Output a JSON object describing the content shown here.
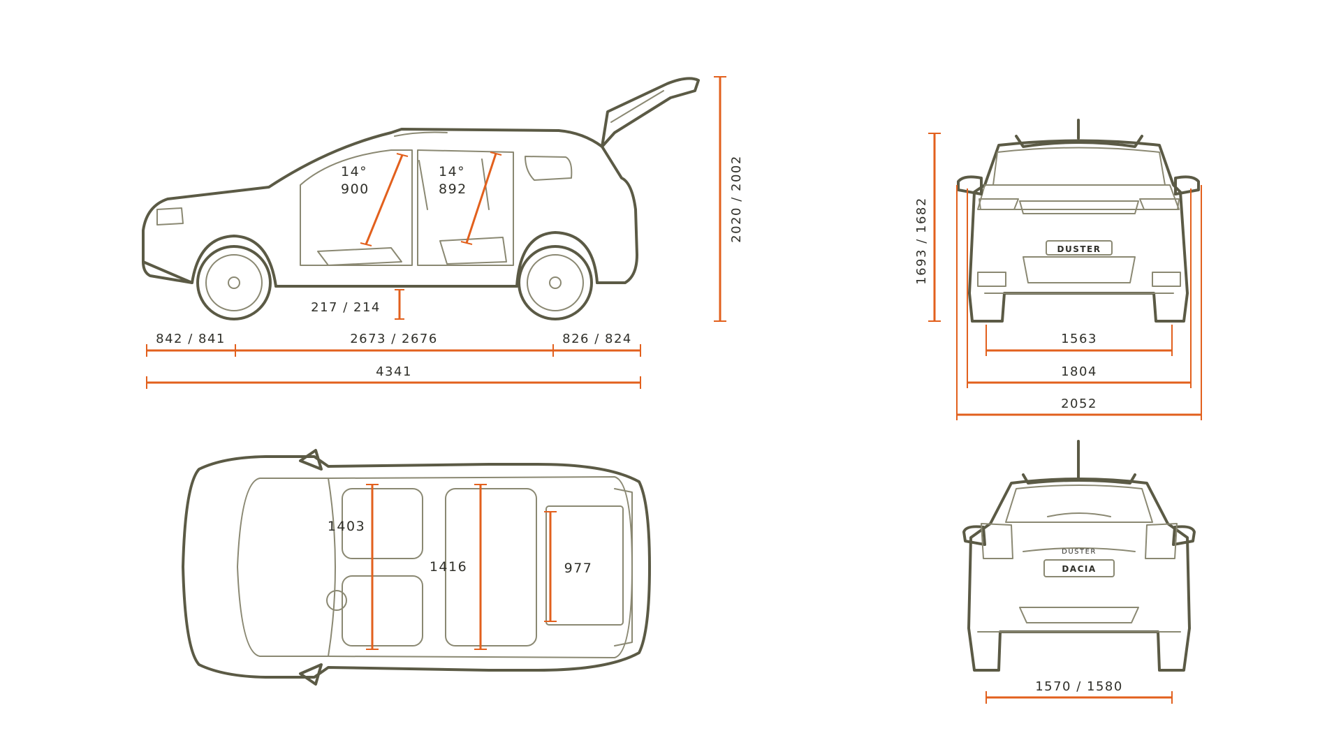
{
  "colors": {
    "dimension": "#e2601d",
    "outline": "#5b5a45",
    "text": "#2f2f29",
    "background": "#ffffff"
  },
  "side_view": {
    "recline_front_angle": "14°",
    "recline_front_value": "900",
    "recline_rear_angle": "14°",
    "recline_rear_value": "892",
    "ground_clearance": "217 / 214",
    "front_overhang": "842 / 841",
    "wheelbase": "2673 / 2676",
    "rear_overhang": "826 / 824",
    "overall_length": "4341",
    "height_tailgate_open": "2020 / 2002"
  },
  "front_view": {
    "height": "1693 / 1682",
    "front_track": "1563",
    "width": "1804",
    "width_with_mirrors": "2052",
    "plate_text": "DUSTER"
  },
  "top_view": {
    "front_elbow_width": "1403",
    "rear_elbow_width": "1416",
    "boot_length": "977"
  },
  "rear_view": {
    "rear_track": "1570 / 1580",
    "badge_text": "DUSTER",
    "plate_text": "DACIA"
  }
}
